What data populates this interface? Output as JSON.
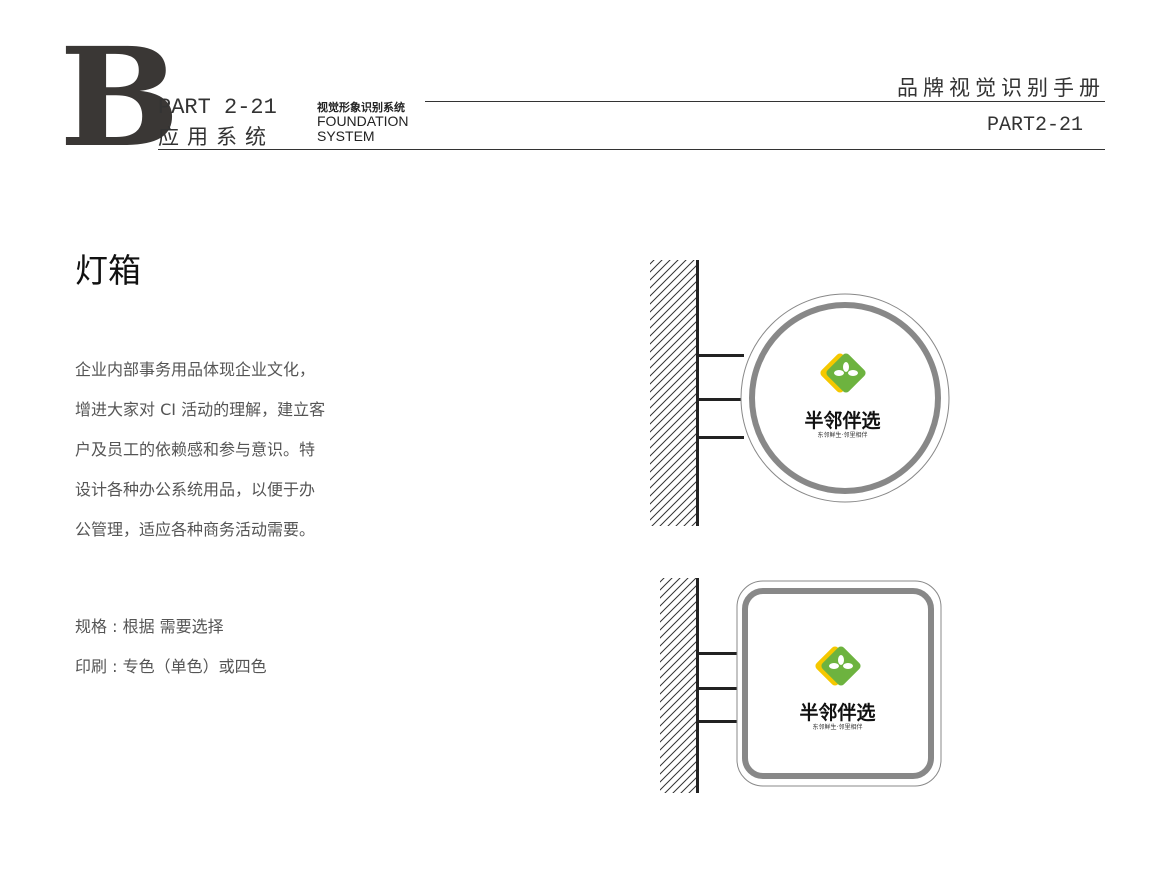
{
  "header": {
    "letter": "B",
    "part": "PART 2-21",
    "section": "应用系统",
    "subtitle_cn": "视觉形象识别系统",
    "subtitle_en_1": "FOUNDATION",
    "subtitle_en_2": "SYSTEM",
    "manual_title": "品牌视觉识别手册",
    "page_code": "PART2-21"
  },
  "main": {
    "title": "灯箱",
    "description_lines": [
      "企业内部事务用品体现企业文化，",
      "增进大家对 CI 活动的理解，建立客",
      "户及员工的依赖感和参与意识。特",
      "设计各种办公系统用品，以便于办",
      "公管理，适应各种商务活动需要。"
    ],
    "spec": "规格 : 根据 需要选择",
    "print": "印刷 : 专色（单色）或四色"
  },
  "logo": {
    "name": "半邻伴选",
    "tagline": "东邻鲜生·邻里相伴",
    "colors": {
      "green": "#6db33f",
      "yellow": "#f5c800",
      "frame": "#8a8a8a"
    }
  }
}
